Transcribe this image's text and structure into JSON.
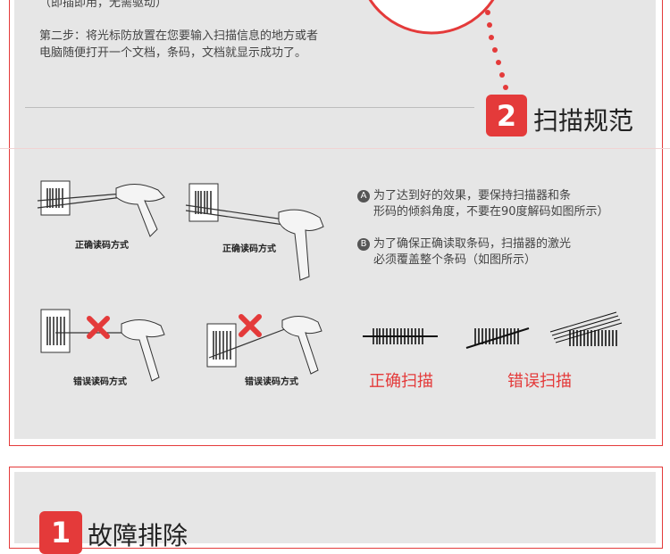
{
  "step1_tail": "（即插即用，无需驱动）",
  "step2": {
    "line1": "第二步：将光标防放置在您要输入扫描信息的地方或者",
    "line2": "电脑随便打开一个文档，条码，文档就显示成功了。"
  },
  "section2": {
    "number": "2",
    "title": "扫描规范"
  },
  "captions": {
    "correct_1": "正确读码方式",
    "correct_2": "正确读码方式",
    "wrong_1": "错误读码方式",
    "wrong_2": "错误读码方式"
  },
  "notes": {
    "a_mark": "A",
    "a_line1": "为了达到好的效果，要保持扫描器和条",
    "a_line2": "形码的倾斜角度，不要在90度解码如图所示）",
    "b_mark": "B",
    "b_line1": "为了确保正确读取条码，扫描器的激光",
    "b_line2": "必须覆盖整个条码（如图所示）"
  },
  "labels": {
    "correct": "正确扫描",
    "wrong": "错误扫描"
  },
  "section1": {
    "number": "1",
    "title": "故障排除"
  },
  "colors": {
    "accent": "#e43a3a",
    "card": "#e6e6e6"
  }
}
